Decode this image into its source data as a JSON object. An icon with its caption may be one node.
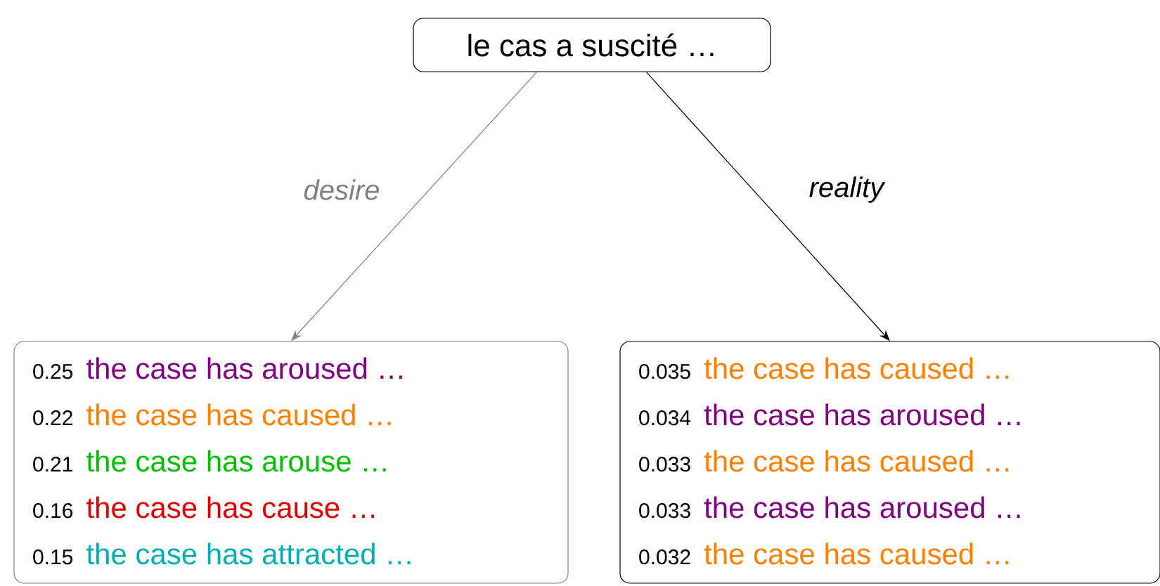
{
  "diagram": {
    "nodes": [
      {
        "text": [
          "le cas a suscité …"
        ]
      },
      {
        "text": [
          "0.25",
          "the case has aroused …",
          "0.22",
          "the case has caused …",
          "0.21",
          "the case has arouse …",
          "0.16",
          "the case has cause …",
          "0.15",
          "the case has attracted …"
        ]
      },
      {
        "text": [
          "0.035",
          "the case has caused …",
          "0.034",
          "the case has aroused …",
          "0.033",
          "the case has caused …",
          "0.033",
          "the case has aroused …",
          "0.032",
          "the case has caused …"
        ]
      }
    ],
    "edges": [
      {
        "from": 0,
        "to": 1,
        "arrow": "to",
        "label": "desire",
        "color": "#808080"
      },
      {
        "from": 0,
        "to": 2,
        "arrow": "to",
        "label": "reality",
        "color": "#000000"
      }
    ]
  }
}
